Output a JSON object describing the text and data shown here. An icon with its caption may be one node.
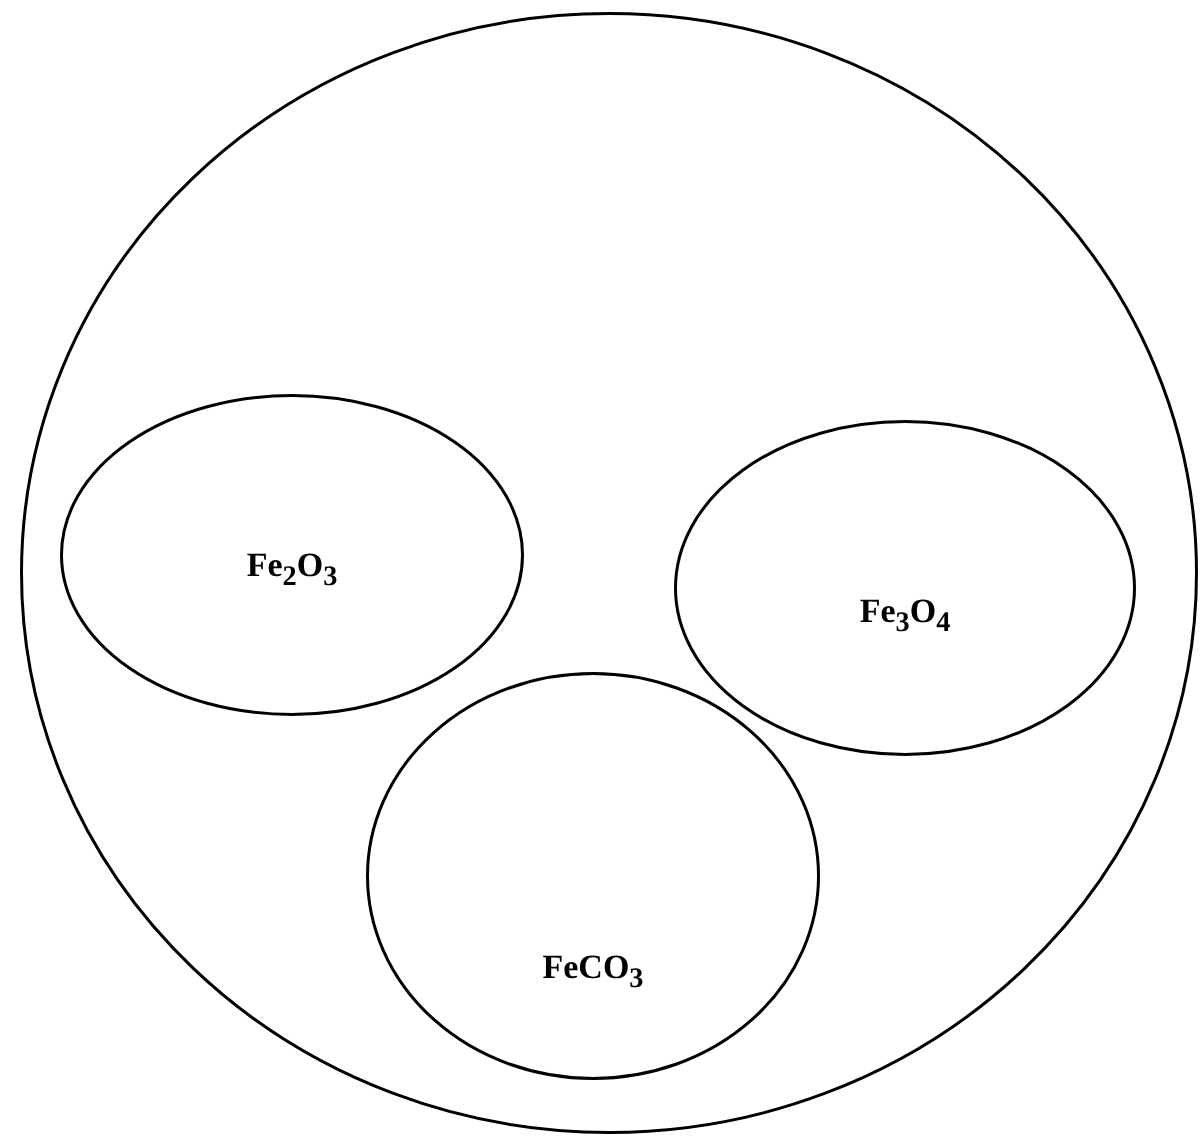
{
  "diagram": {
    "nodes": [
      {
        "text": [],
        "shape": "circle"
      },
      {
        "text": [
          "Fe$_{2}$O$_{3}$"
        ],
        "in": 0
      },
      {
        "text": [
          "Fe$_{3}$O$_{4}$"
        ],
        "in": 0
      },
      {
        "text": [
          "FeCO$_{3}$"
        ],
        "in": 0
      }
    ],
    "edges": []
  }
}
